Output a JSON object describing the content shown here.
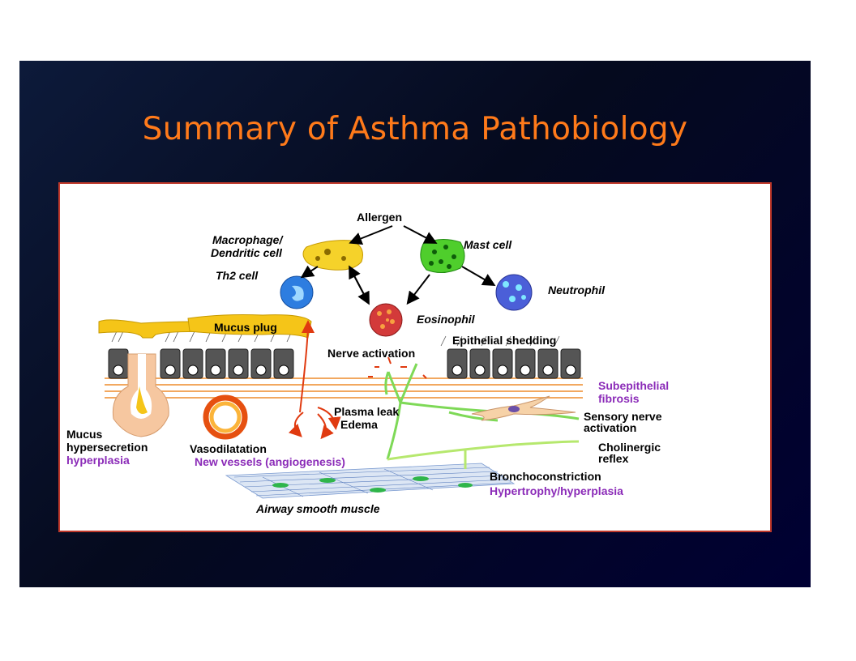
{
  "slide": {
    "title": "Summary of Asthma Pathobiology",
    "colors": {
      "title": "#ff7a1a",
      "accent_purple": "#8b2bb8",
      "panel_border": "#c0392b"
    }
  },
  "diagram": {
    "allergen": "Allergen",
    "macrophage_1": "Macrophage/",
    "macrophage_2": "Dendritic cell",
    "mast_cell": "Mast cell",
    "th2_cell": "Th2 cell",
    "neutrophil": "Neutrophil",
    "eosinophil": "Eosinophil",
    "mucus_plug": "Mucus plug",
    "nerve_activation": "Nerve activation",
    "epithelial_shedding": "Epithelial shedding",
    "subepithelial_1": "Subepithelial",
    "subepithelial_2": "fibrosis",
    "plasma_leak": "Plasma leak",
    "edema": "Edema",
    "sensory_1": "Sensory nerve",
    "sensory_2": "activation",
    "mucus": "Mucus",
    "hypersecretion": "hypersecretion",
    "hyperplasia": "hyperplasia",
    "vasodilatation": "Vasodilatation",
    "new_vessels": "New vessels (angiogenesis)",
    "cholinergic_1": "Cholinergic",
    "cholinergic_2": "reflex",
    "bronchoconstriction": "Bronchoconstriction",
    "hypertrophy": "Hypertrophy/hyperplasia",
    "airway_smooth_muscle": "Airway smooth muscle"
  }
}
